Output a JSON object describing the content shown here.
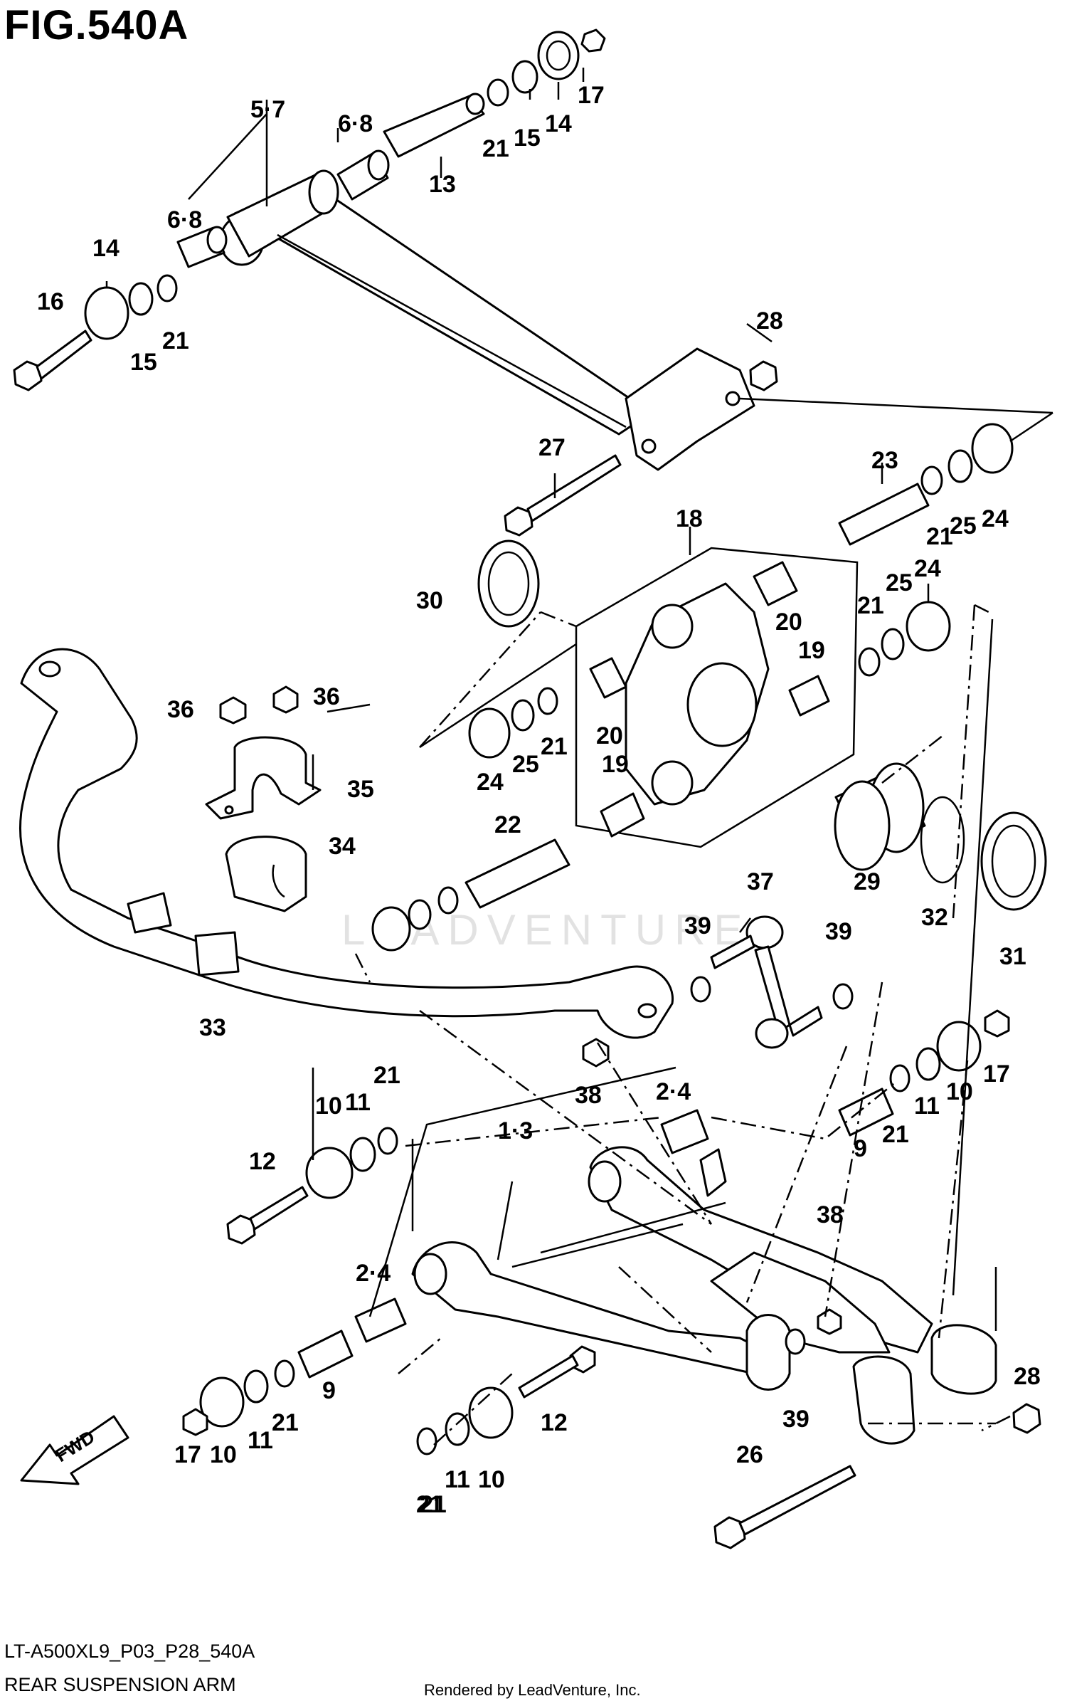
{
  "figure": {
    "title": "FIG.540A",
    "model_code": "LT-A500XL9_P03_P28_540A",
    "name": "REAR SUSPENSION ARM",
    "rendered_by": "Rendered by LeadVenture, Inc.",
    "watermark": "LEADVENTURE",
    "direction_tag": "FWD"
  },
  "callouts": [
    "5·7",
    "6·8",
    "6·8",
    "13",
    "21",
    "15",
    "14",
    "17",
    "14",
    "16",
    "15",
    "21",
    "28",
    "27",
    "23",
    "21",
    "25",
    "24",
    "18",
    "30",
    "24",
    "25",
    "21",
    "20",
    "20",
    "19",
    "19",
    "36",
    "36",
    "35",
    "24",
    "25",
    "21",
    "22",
    "34",
    "29",
    "32",
    "31",
    "37",
    "39",
    "39",
    "33",
    "38",
    "11",
    "21",
    "10",
    "12",
    "2·4",
    "1·3",
    "21",
    "11",
    "10",
    "9",
    "17",
    "38",
    "2·4",
    "9",
    "21",
    "11",
    "12",
    "10",
    "17",
    "21",
    "28",
    "39",
    "26",
    "21",
    "11",
    "10"
  ]
}
